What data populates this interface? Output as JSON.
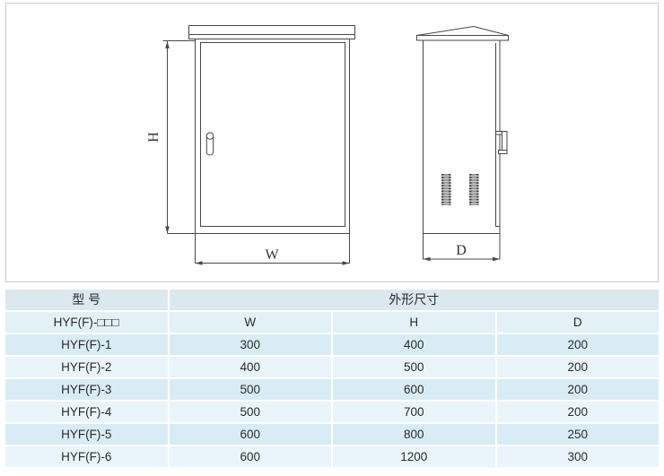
{
  "diagram": {
    "front_view": {
      "name": "cabinet front view",
      "handle": "door-handle"
    },
    "side_view": {
      "name": "cabinet side view",
      "vents": "louver-vents"
    },
    "labels": {
      "height": "H",
      "width": "W",
      "depth": "D"
    },
    "line_color": "#474747",
    "panel_border_color": "#c9cdd0"
  },
  "table": {
    "header": {
      "model": "型 号",
      "dimensions": "外形尺寸"
    },
    "subheader": {
      "model": "HYF(F)-□□□",
      "w": "W",
      "h": "H",
      "d": "D"
    },
    "rows": [
      {
        "model": "HYF(F)-1",
        "w": "300",
        "h": "400",
        "d": "200"
      },
      {
        "model": "HYF(F)-2",
        "w": "400",
        "h": "500",
        "d": "200"
      },
      {
        "model": "HYF(F)-3",
        "w": "500",
        "h": "600",
        "d": "200"
      },
      {
        "model": "HYF(F)-4",
        "w": "500",
        "h": "700",
        "d": "200"
      },
      {
        "model": "HYF(F)-5",
        "w": "600",
        "h": "800",
        "d": "250"
      },
      {
        "model": "HYF(F)-6",
        "w": "600",
        "h": "1200",
        "d": "300"
      }
    ],
    "colors": {
      "header_row": "#dbe8f0",
      "subheader_row": "#e2f0f8",
      "row_dark": "#d9ecf5",
      "row_light": "#e9f5fb",
      "gap": "#ffffff"
    }
  }
}
